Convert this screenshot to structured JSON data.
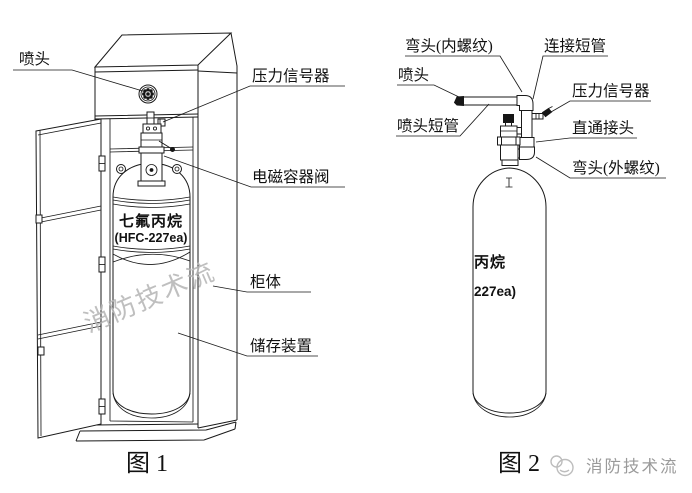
{
  "figure1": {
    "caption": "图 1",
    "watermark": "消防技术流",
    "cylinder_text": {
      "line1": "七氟丙烷",
      "line2": "(HFC-227ea)"
    },
    "labels": {
      "nozzle": "喷头",
      "pressure_signal": "压力信号器",
      "solenoid_container_valve": "电磁容器阀",
      "cabinet_body": "柜体",
      "storage_device": "储存装置"
    }
  },
  "figure2": {
    "caption": "图 2",
    "cylinder_text": {
      "line1": "丙烷",
      "line2": "227ea)"
    },
    "labels": {
      "elbow_internal_thread": "弯头(内螺纹)",
      "connecting_short_pipe": "连接短管",
      "nozzle": "喷头",
      "pressure_signal": "压力信号器",
      "nozzle_short_pipe": "喷头短管",
      "straight_connector": "直通接头",
      "elbow_external_thread": "弯头(外螺纹)"
    }
  },
  "footer": {
    "brand": "消防技术流"
  },
  "colors": {
    "line": "#1a1a1a",
    "watermark_gray": "#b4b4b4",
    "brand_gray": "#9a9a9a",
    "background": "#ffffff"
  }
}
